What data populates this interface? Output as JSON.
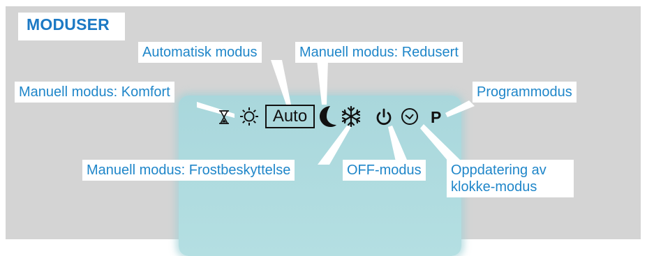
{
  "title": "MODUSER",
  "labels": {
    "automatic": "Automatisk modus",
    "reduced": "Manuell modus: Redusert",
    "comfort": "Manuell modus: Komfort",
    "program": "Programmodus",
    "frost": "Manuell modus: Frostbeskyttelse",
    "off": "OFF-modus",
    "clock_line1": "Oppdatering av",
    "clock_line2": "klokke-modus"
  },
  "display": {
    "auto": "Auto",
    "program": "P"
  },
  "icons": [
    "hourglass-icon",
    "sun-icon",
    "moon-icon",
    "snowflake-icon",
    "power-icon",
    "clock-icon"
  ],
  "colors": {
    "label_text": "#1f86c9",
    "title_text": "#1c79c4",
    "background": "#d4d4d4",
    "device": "#b0dadf"
  }
}
